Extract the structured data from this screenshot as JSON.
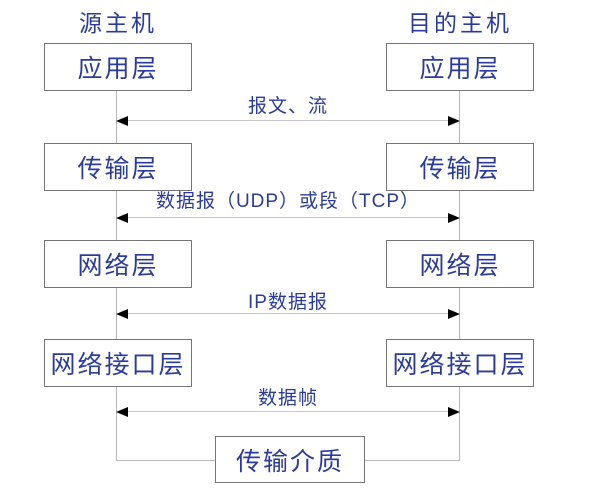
{
  "source_host": {
    "title": "源主机",
    "layers": [
      "应用层",
      "传输层",
      "网络层",
      "网络接口层"
    ]
  },
  "destination_host": {
    "title": "目的主机",
    "layers": [
      "应用层",
      "传输层",
      "网络层",
      "网络接口层"
    ]
  },
  "transmission_medium": {
    "label": "传输介质"
  },
  "pdu_labels": [
    "报文、流",
    "数据报（UDP）或段（TCP）",
    "IP数据报",
    "数据帧"
  ],
  "colors": {
    "text": "#2a3b9e",
    "box_border": "#757575",
    "connector_line": "#b9b9b9",
    "arrow_line": "#c9c9c9",
    "arrowhead": "#000000",
    "background": "#ffffff"
  }
}
